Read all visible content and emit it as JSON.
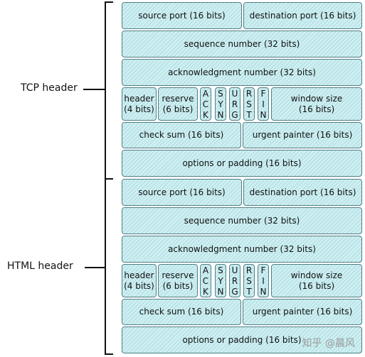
{
  "sections": [
    {
      "label": "TCP header",
      "rows": [
        [
          "source port (16 bits)",
          "destination port (16 bits)"
        ],
        [
          "sequence number (32 bits)"
        ],
        [
          "acknowledgment number (32 bits)"
        ],
        [
          "header\n(4 bits)",
          "reserve\n(6 bits)",
          "A\nC\nK",
          "S\nY\nN",
          "U\nR\nG",
          "R\nS\nT",
          "F\nI\nN",
          "window size\n(16 bits)"
        ],
        [
          "check sum (16 bits)",
          "urgent painter (16 bits)"
        ],
        [
          "options or padding (16 bits)"
        ]
      ]
    },
    {
      "label": "HTML header",
      "rows": [
        [
          "source port (16 bits)",
          "destination port (16 bits)"
        ],
        [
          "sequence number (32 bits)"
        ],
        [
          "acknowledgment number (32 bits)"
        ],
        [
          "header\n(4 bits)",
          "reserve\n(6 bits)",
          "A\nC\nK",
          "S\nY\nN",
          "U\nR\nG",
          "R\nS\nT",
          "F\nI\nN",
          "window size\n(16 bits)"
        ],
        [
          "check sum (16 bits)",
          "urgent painter (16 bits)"
        ],
        [
          "options or padding (16 bits)"
        ]
      ]
    }
  ],
  "watermark": "知乎 @晨风",
  "colors": {
    "cell_fill": "#cdeff2",
    "cell_border": "#4f7f86"
  }
}
